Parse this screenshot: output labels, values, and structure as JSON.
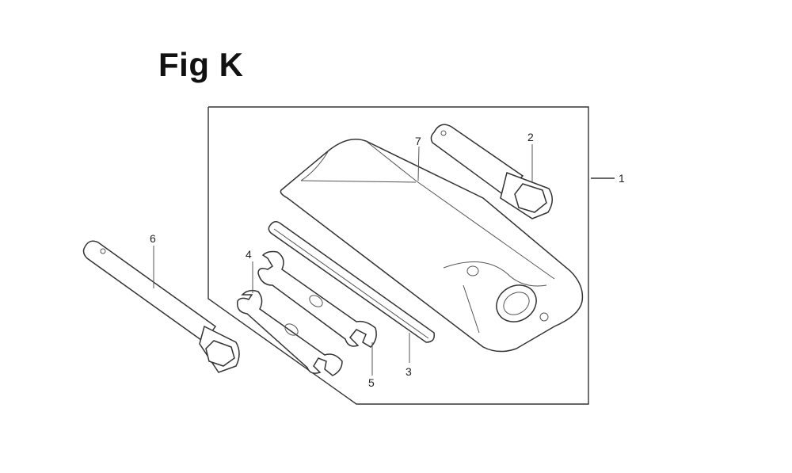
{
  "figure": {
    "title": "Fig K"
  },
  "callouts": [
    {
      "id": "1",
      "label": "1"
    },
    {
      "id": "2",
      "label": "2"
    },
    {
      "id": "3",
      "label": "3"
    },
    {
      "id": "4",
      "label": "4"
    },
    {
      "id": "5",
      "label": "5"
    },
    {
      "id": "6",
      "label": "6"
    },
    {
      "id": "7",
      "label": "7"
    }
  ]
}
